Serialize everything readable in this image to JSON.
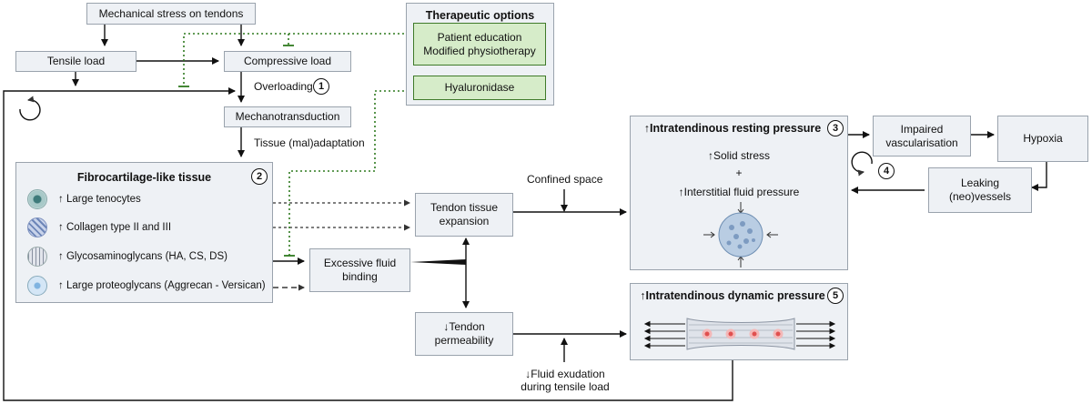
{
  "boxes": {
    "mech_stress": "Mechanical stress on tendons",
    "tensile": "Tensile load",
    "compressive": "Compressive load",
    "mechanotransduction": "Mechanotransduction",
    "tissue_expansion": "Tendon tissue expansion",
    "fluid_binding": "Excessive fluid binding",
    "permeability": "↓Tendon permeability",
    "impaired": "Impaired vascularisation",
    "hypoxia": "Hypoxia",
    "leaking": "Leaking (neo)vessels"
  },
  "therapeutic": {
    "title": "Therapeutic options",
    "education": "Patient education",
    "physio": "Modified physiotherapy",
    "hyaluronidase": "Hyaluronidase"
  },
  "labels": {
    "overloading": "Overloading",
    "adaptation": "Tissue (mal)adaptation",
    "confined": "Confined space",
    "exudation_1": "↓Fluid exudation",
    "exudation_2": "during tensile load"
  },
  "fibro": {
    "title": "Fibrocartilage-like tissue",
    "items": [
      "↑ Large tenocytes",
      "↑ Collagen type II and III",
      "↑ Glycosaminoglycans (HA, CS, DS)",
      "↑ Large proteoglycans (Aggrecan - Versican)"
    ]
  },
  "resting": {
    "title": "↑Intratendinous resting pressure",
    "solid": "↑Solid stress",
    "plus": "+",
    "interstitial": "↑Interstitial fluid pressure"
  },
  "dynamic": {
    "title": "↑Intratendinous dynamic pressure"
  },
  "numbers": [
    "1",
    "2",
    "3",
    "4",
    "5"
  ]
}
